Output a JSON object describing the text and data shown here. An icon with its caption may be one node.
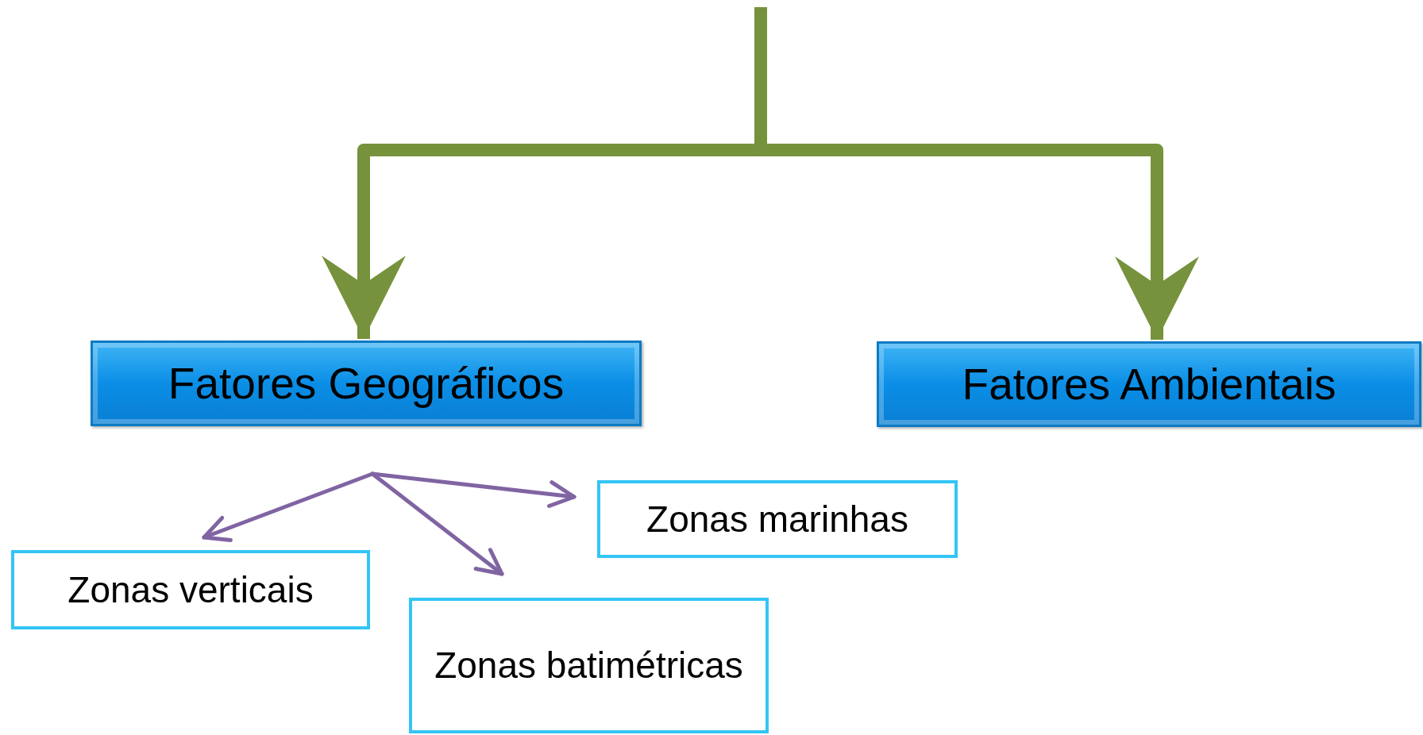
{
  "diagram": {
    "nodes": [
      {
        "text": [
          "Fatores Geográficos"
        ]
      },
      {
        "text": [
          "Fatores Ambientais"
        ]
      },
      {
        "text": [
          "Zonas verticais"
        ]
      },
      {
        "text": [
          "Zonas marinhas"
        ]
      },
      {
        "text": [
          "Zonas batimétricas"
        ]
      }
    ],
    "edges": [
      {
        "from": null,
        "to": 0,
        "arrow": "to",
        "style": "thick",
        "color": "#76923c"
      },
      {
        "from": null,
        "to": 1,
        "arrow": "to",
        "style": "thick",
        "color": "#76923c"
      },
      {
        "from": null,
        "to": 2,
        "arrow": "to"
      },
      {
        "from": null,
        "to": 4,
        "arrow": "to"
      },
      {
        "from": null,
        "to": 3,
        "arrow": "to"
      }
    ]
  }
}
